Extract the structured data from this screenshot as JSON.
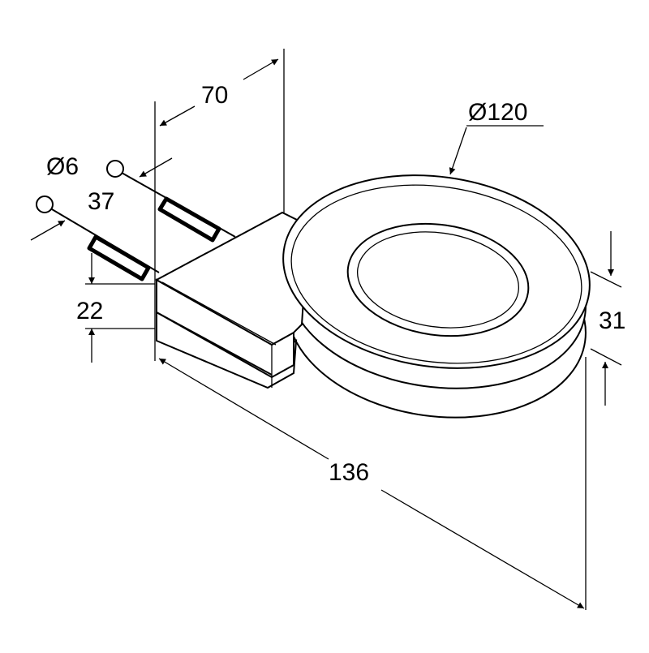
{
  "drawing": {
    "dimensions": {
      "depth": "70",
      "diameter": "Ø120",
      "hole_diameter": "Ø6",
      "pin_length": "37",
      "base_height": "22",
      "dish_height": "31",
      "total_length": "136"
    },
    "line_color": "#000000",
    "background": "#ffffff"
  }
}
